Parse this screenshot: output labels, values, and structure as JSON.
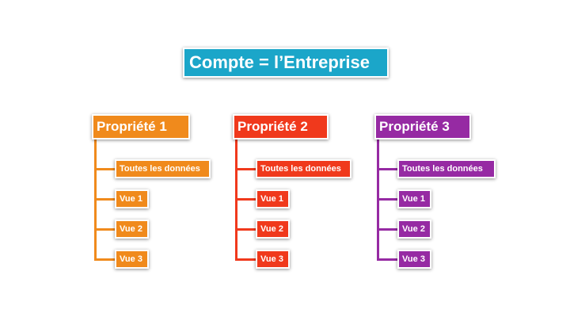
{
  "root": {
    "label": "Compte = l’Entreprise",
    "color": "#1ba6c9"
  },
  "properties": [
    {
      "label": "Propriété 1",
      "color": "#f08a1c",
      "items": [
        "Toutes les données",
        "Vue 1",
        "Vue 2",
        "Vue 3"
      ]
    },
    {
      "label": "Propriété 2",
      "color": "#f0391c",
      "items": [
        "Toutes les données",
        "Vue 1",
        "Vue 2",
        "Vue 3"
      ]
    },
    {
      "label": "Propriété 3",
      "color": "#962aa3",
      "items": [
        "Toutes les données",
        "Vue 1",
        "Vue 2",
        "Vue 3"
      ]
    }
  ]
}
